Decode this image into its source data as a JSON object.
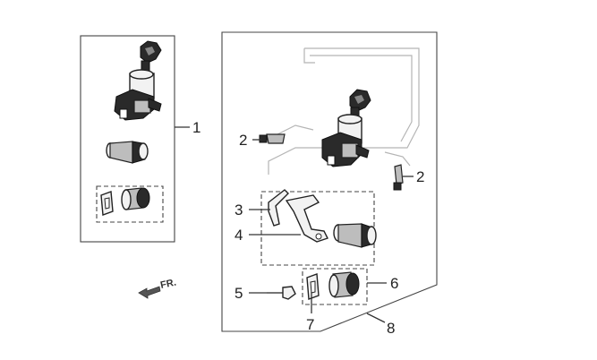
{
  "labels": {
    "kit": "1",
    "screw_left": "2",
    "screw_right": "2",
    "clip": "3",
    "cam": "4",
    "bolt": "5",
    "lock_small": "6",
    "washer": "7",
    "set": "8"
  },
  "direction_marker": "FR."
}
